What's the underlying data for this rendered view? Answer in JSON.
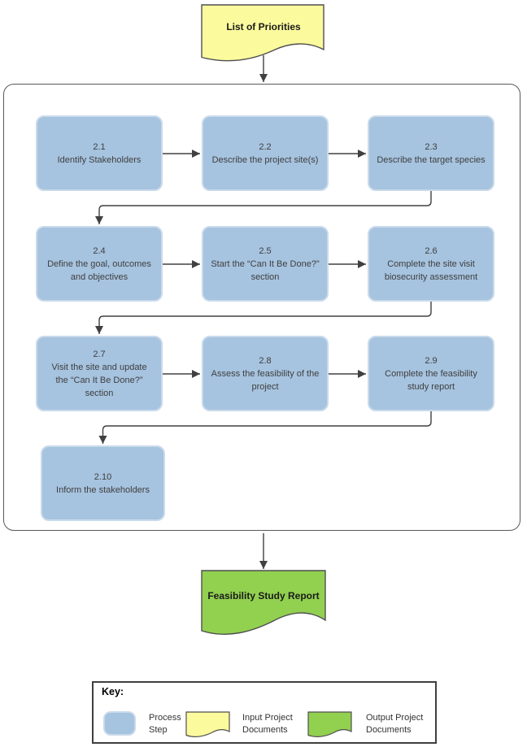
{
  "diagram": {
    "input_document": {
      "label": "List of Priorities"
    },
    "output_document": {
      "label": "Feasibility Study Report"
    },
    "process_steps": [
      {
        "number": "2.1",
        "label": "Identify Stakeholders"
      },
      {
        "number": "2.2",
        "label": "Describe the project site(s)"
      },
      {
        "number": "2.3",
        "label": "Describe the target species"
      },
      {
        "number": "2.4",
        "label": "Define the goal, outcomes and objectives"
      },
      {
        "number": "2.5",
        "label": "Start the “Can It Be Done?” section"
      },
      {
        "number": "2.6",
        "label": "Complete the site visit biosecurity assessment"
      },
      {
        "number": "2.7",
        "label": "Visit the site and update the “Can It Be Done?” section"
      },
      {
        "number": "2.8",
        "label": "Assess the feasibility of the project"
      },
      {
        "number": "2.9",
        "label": "Complete the feasibility study report"
      },
      {
        "number": "2.10",
        "label": "Inform the stakeholders"
      }
    ],
    "key": {
      "title": "Key:",
      "items": [
        {
          "shape": "process-step",
          "label": "Process Step"
        },
        {
          "shape": "input-document",
          "label": "Input Project Documents"
        },
        {
          "shape": "output-document",
          "label": "Output Project Documents"
        }
      ]
    },
    "colors": {
      "process-fill": "#a6c3df",
      "process-border": "#c9daeb",
      "input-doc-fill": "#fbfb9e",
      "output-doc-fill": "#92d050",
      "shape-stroke": "#4f4f4f",
      "connector": "#404040",
      "text": "#3f3f3f"
    }
  }
}
